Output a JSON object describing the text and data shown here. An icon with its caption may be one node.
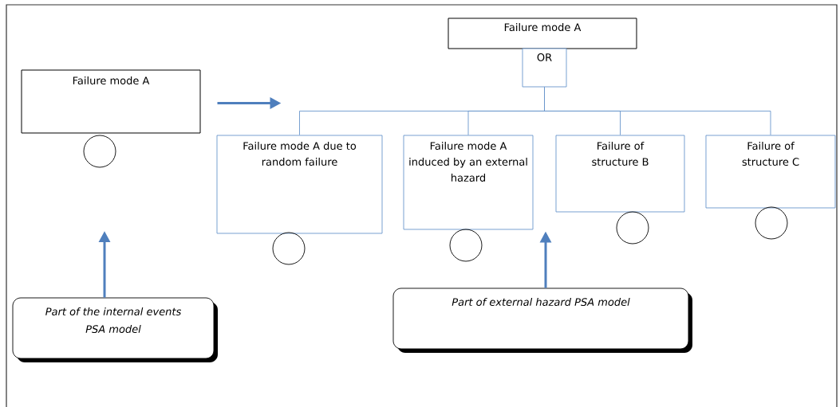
{
  "diagram": {
    "nodes": [
      {
        "text": [
          "Failure mode A"
        ]
      },
      {
        "text": [],
        "shape": "circle"
      },
      {
        "text": [
          "Failure mode A"
        ]
      },
      {
        "text": [
          "OR"
        ]
      },
      {
        "text": [
          "Failure mode A due to random failure"
        ]
      },
      {
        "text": [],
        "shape": "circle"
      },
      {
        "text": [
          "Failure mode A induced by an external hazard"
        ]
      },
      {
        "text": [],
        "shape": "circle"
      },
      {
        "text": [
          "Failure of structure B"
        ]
      },
      {
        "text": [],
        "shape": "circle"
      },
      {
        "text": [
          "Failure of structure C"
        ]
      },
      {
        "text": [],
        "shape": "circle"
      },
      {
        "text": [
          "Part of the internal events PSA model"
        ]
      },
      {
        "text": [
          "Part of external hazard PSA model"
        ]
      }
    ],
    "edges": [
      {
        "from": 3,
        "to": 4,
        "arrow": "none"
      },
      {
        "from": 3,
        "to": 6,
        "arrow": "none"
      },
      {
        "from": 3,
        "to": 8,
        "arrow": "none"
      },
      {
        "from": 3,
        "to": 10,
        "arrow": "none"
      },
      {
        "from": 0,
        "to": 4,
        "arrow": "to",
        "style": "thick"
      },
      {
        "from": 12,
        "to": null,
        "arrow": "to",
        "style": "thick"
      },
      {
        "from": 13,
        "to": 6,
        "arrow": "to",
        "style": "thick"
      }
    ]
  }
}
